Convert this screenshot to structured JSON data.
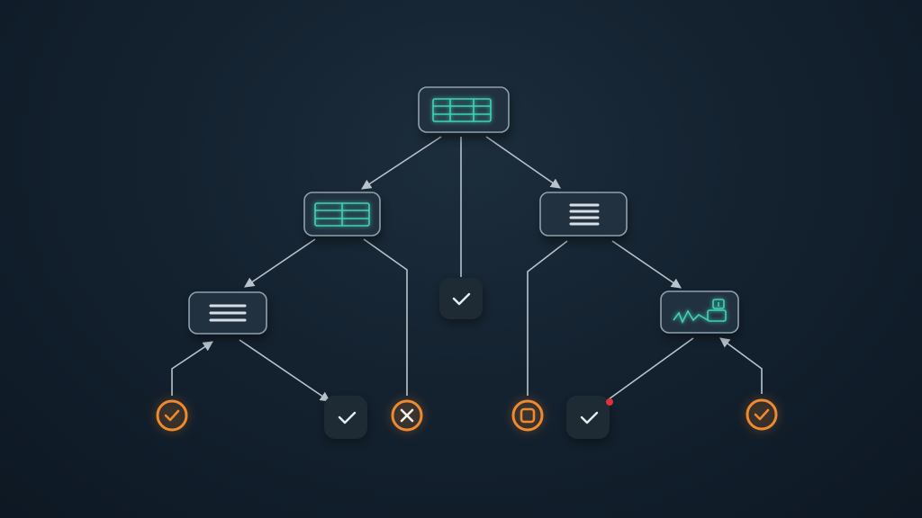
{
  "diagram": {
    "colors": {
      "node_fill": "#223140",
      "node_stroke": "#8fa1ad",
      "edge": "#b9c3cb",
      "accent_teal": "#3fd2b4",
      "accent_orange": "#f08a2e",
      "alert_red": "#e0313b"
    },
    "nodes": [
      {
        "id": "root",
        "icon": "table-screen-icon"
      },
      {
        "id": "left-mid",
        "icon": "table-screen-icon"
      },
      {
        "id": "right-mid",
        "icon": "menu-lines-icon"
      },
      {
        "id": "left-low",
        "icon": "menu-lines-icon"
      },
      {
        "id": "right-low",
        "icon": "waveform-chart-icon"
      }
    ],
    "outcomes": [
      {
        "id": "center-check",
        "kind": "success",
        "style": "dark",
        "icon": "check-icon"
      },
      {
        "id": "ll-check",
        "kind": "success",
        "style": "orange",
        "icon": "check-icon"
      },
      {
        "id": "ll-dark-check",
        "kind": "success",
        "style": "dark",
        "icon": "check-icon"
      },
      {
        "id": "fail-x",
        "kind": "failure",
        "style": "orange",
        "icon": "close-icon"
      },
      {
        "id": "square-stop",
        "kind": "stop",
        "style": "orange",
        "icon": "square-icon"
      },
      {
        "id": "rl-dark-check",
        "kind": "success",
        "style": "dark",
        "icon": "check-icon",
        "alert_dot": true
      },
      {
        "id": "rr-check",
        "kind": "success",
        "style": "orange",
        "icon": "check-icon"
      }
    ],
    "edges": [
      [
        "root",
        "left-mid"
      ],
      [
        "root",
        "right-mid"
      ],
      [
        "root",
        "center-check"
      ],
      [
        "left-mid",
        "left-low"
      ],
      [
        "left-mid",
        "fail-x"
      ],
      [
        "left-low",
        "ll-dark-check"
      ],
      [
        "ll-check",
        "left-low"
      ],
      [
        "right-mid",
        "square-stop"
      ],
      [
        "right-mid",
        "right-low"
      ],
      [
        "right-low",
        "rl-dark-check"
      ],
      [
        "rr-check",
        "right-low"
      ]
    ]
  }
}
